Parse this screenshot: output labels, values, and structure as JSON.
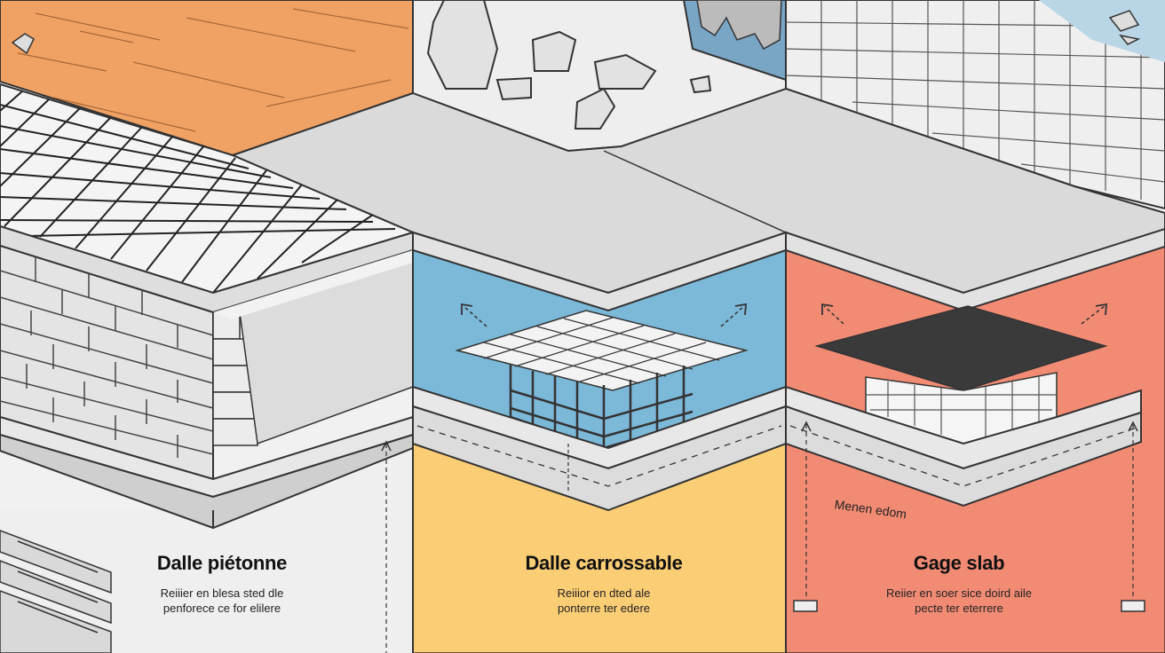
{
  "panels": [
    {
      "title": "Dalle piétonne",
      "desc_lines": [
        "Reiiier en blesa sted dle",
        "penforece ce for elilere"
      ],
      "color": "#efefef"
    },
    {
      "title": "Dalle carrossable",
      "desc_lines": [
        "Reiiior en dted ale",
        "ponterre ter edere"
      ],
      "color": "#fbcd75"
    },
    {
      "title": "Gage slab",
      "desc_lines": [
        "Reiier en soer sice doird aile",
        "pecte ter eterrere"
      ],
      "color": "#f28b74"
    }
  ],
  "annotation": "Menen edom",
  "colors": {
    "orange_wood": "#f0a265",
    "blue_panel": "#7cb8d8",
    "salmon_panel": "#f08b73",
    "yellow_panel": "#fbcd75",
    "slab_grey": "#dcdcdc",
    "outline": "#333333"
  }
}
